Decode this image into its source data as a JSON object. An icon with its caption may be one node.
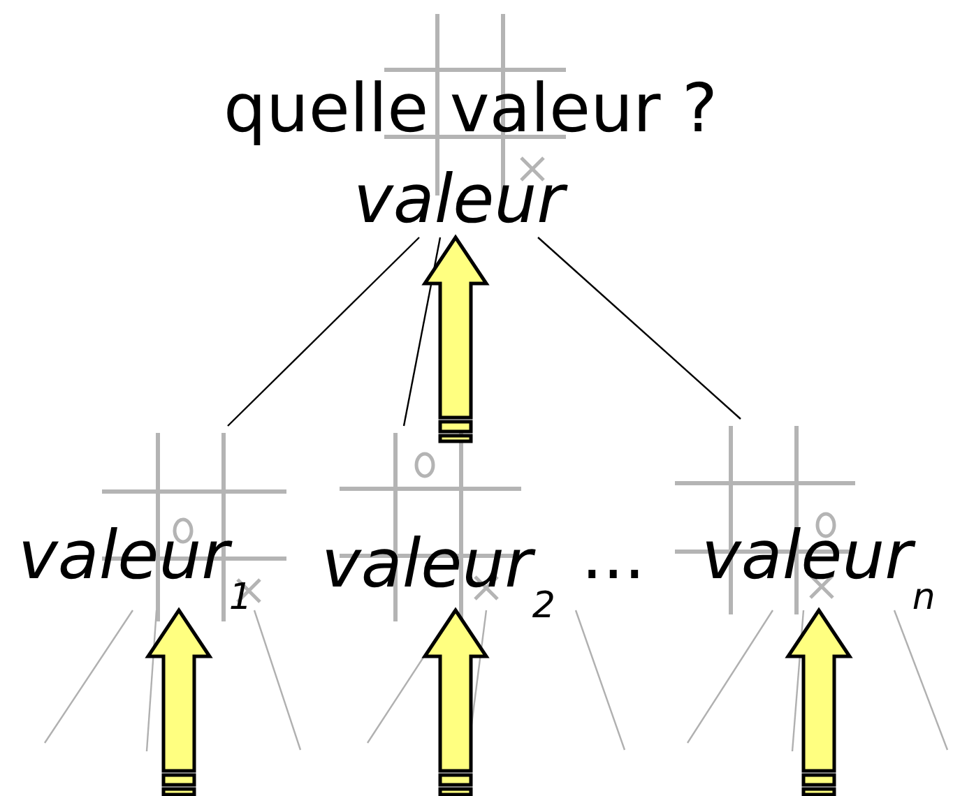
{
  "diagram": {
    "nodes": [
      {
        "text": [
          "quelle valeur ?",
          "valeur"
        ]
      },
      {
        "text": [
          "valeur$_{1}$"
        ]
      },
      {
        "text": [
          "valeur$_{2}$"
        ]
      },
      {
        "text": [
          "valeur$_{n}$"
        ]
      }
    ],
    "edges": [
      {
        "from": 0,
        "to": 1,
        "arrow": "none",
        "color": "#000000"
      },
      {
        "from": 0,
        "to": 2,
        "arrow": "none",
        "color": "#000000"
      },
      {
        "from": 0,
        "to": 3,
        "arrow": "none",
        "color": "#000000"
      },
      {
        "from": 1,
        "to": null,
        "arrow": "none"
      },
      {
        "from": 1,
        "to": null,
        "arrow": "none"
      },
      {
        "from": 1,
        "to": null,
        "arrow": "none"
      },
      {
        "from": 2,
        "to": null,
        "arrow": "none"
      },
      {
        "from": 2,
        "to": null,
        "arrow": "none"
      },
      {
        "from": 2,
        "to": null,
        "arrow": "none"
      },
      {
        "from": 3,
        "to": null,
        "arrow": "none"
      },
      {
        "from": 3,
        "to": null,
        "arrow": "none"
      },
      {
        "from": 3,
        "to": null,
        "arrow": "none"
      },
      {
        "from": 2,
        "to": 0,
        "arrow": "to",
        "style": "thick",
        "color": "#ffff80"
      },
      {
        "from": null,
        "to": 1,
        "arrow": "to",
        "style": "thick",
        "color": "#ffff80"
      },
      {
        "from": null,
        "to": 2,
        "arrow": "to",
        "style": "thick",
        "color": "#ffff80"
      },
      {
        "from": null,
        "to": 3,
        "arrow": "to",
        "style": "thick",
        "color": "#ffff80"
      }
    ],
    "labels": [
      "..."
    ]
  }
}
